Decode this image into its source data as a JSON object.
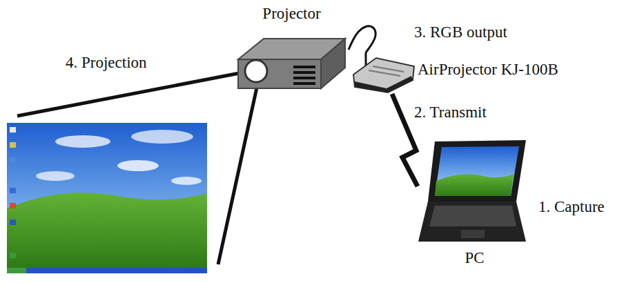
{
  "diagram": {
    "nodes": [
      {
        "text": [
          "Projector"
        ]
      },
      {
        "text": [
          "AirProjector KJ-100B"
        ]
      },
      {
        "text": [
          "PC"
        ]
      }
    ],
    "edges": [
      {
        "from": 2,
        "to": 1,
        "arrow": "none",
        "label": "2. Transmit"
      },
      {
        "from": 1,
        "to": 0,
        "arrow": "none",
        "label": "3. RGB output"
      }
    ],
    "labels": [
      "4. Projection",
      "1. Capture"
    ]
  }
}
